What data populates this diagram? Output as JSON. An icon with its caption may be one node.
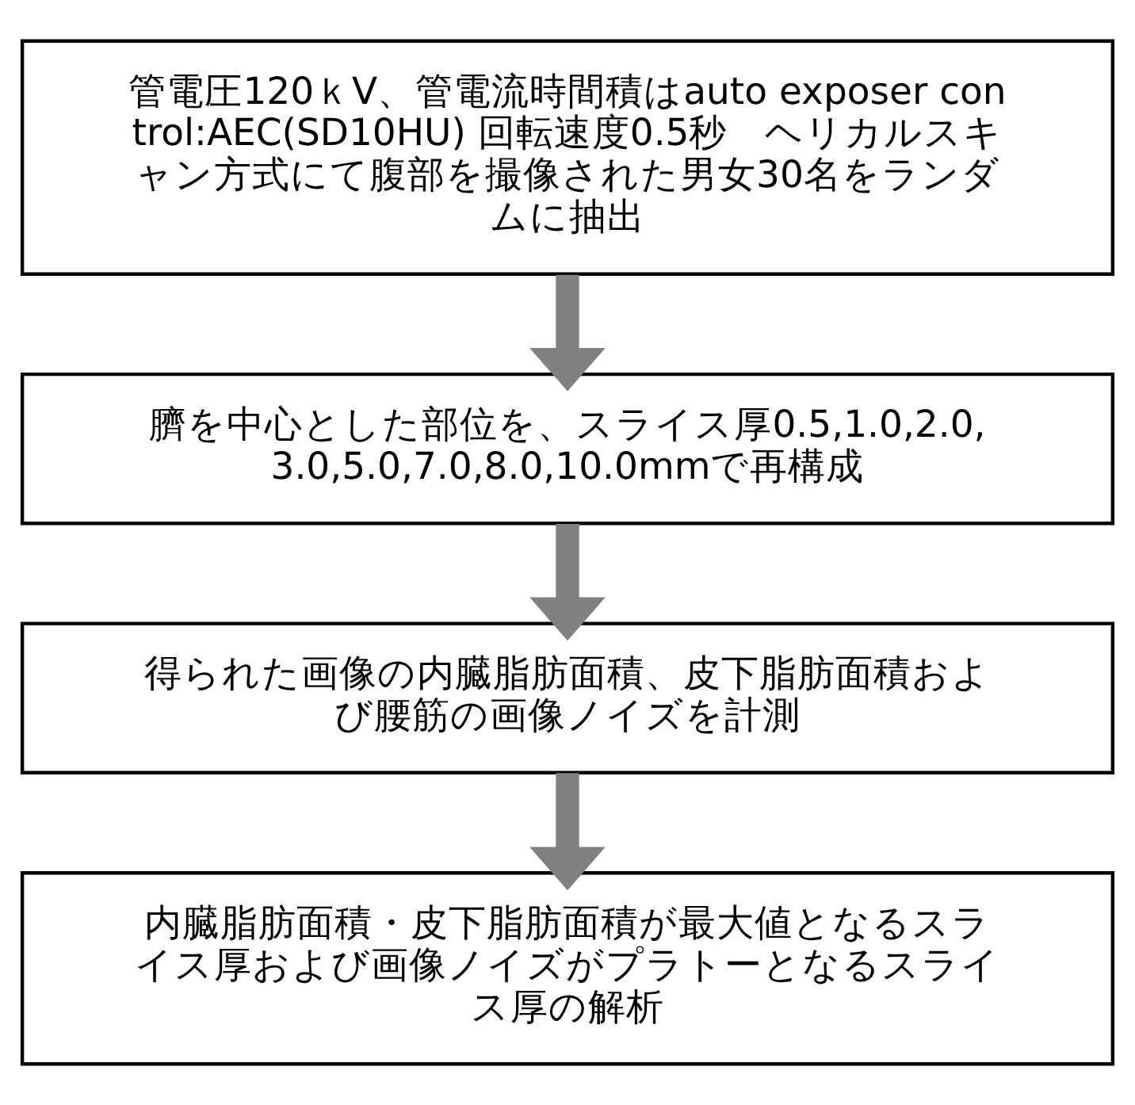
{
  "diagram": {
    "nodes": [
      {
        "text": [
          "管電圧120ｋV、管電流時間積はauto exposer control:AEC(SD10HU) 回転速度0.5秒　ヘリカルスキャン方式にて腹部を撮像された男女30名をランダムに抽出"
        ]
      },
      {
        "text": [
          "臍を中心とした部位を、スライス厚0.5,1.0,2.0,3.0,5.0,7.0,8.0,10.0mmで再構成"
        ]
      },
      {
        "text": [
          "得られた画像の内臓脂肪面積、皮下脂肪面積および腰筋の画像ノイズを計測"
        ]
      },
      {
        "text": [
          "内臓脂肪面積・皮下脂肪面積が最大値となるスライス厚および画像ノイズがプラトーとなるスライス厚の解析"
        ]
      }
    ],
    "edges": [
      {
        "from": 0,
        "to": 1,
        "arrow": "to"
      },
      {
        "from": 1,
        "to": 2,
        "arrow": "to"
      },
      {
        "from": 2,
        "to": 3,
        "arrow": "to"
      }
    ]
  }
}
